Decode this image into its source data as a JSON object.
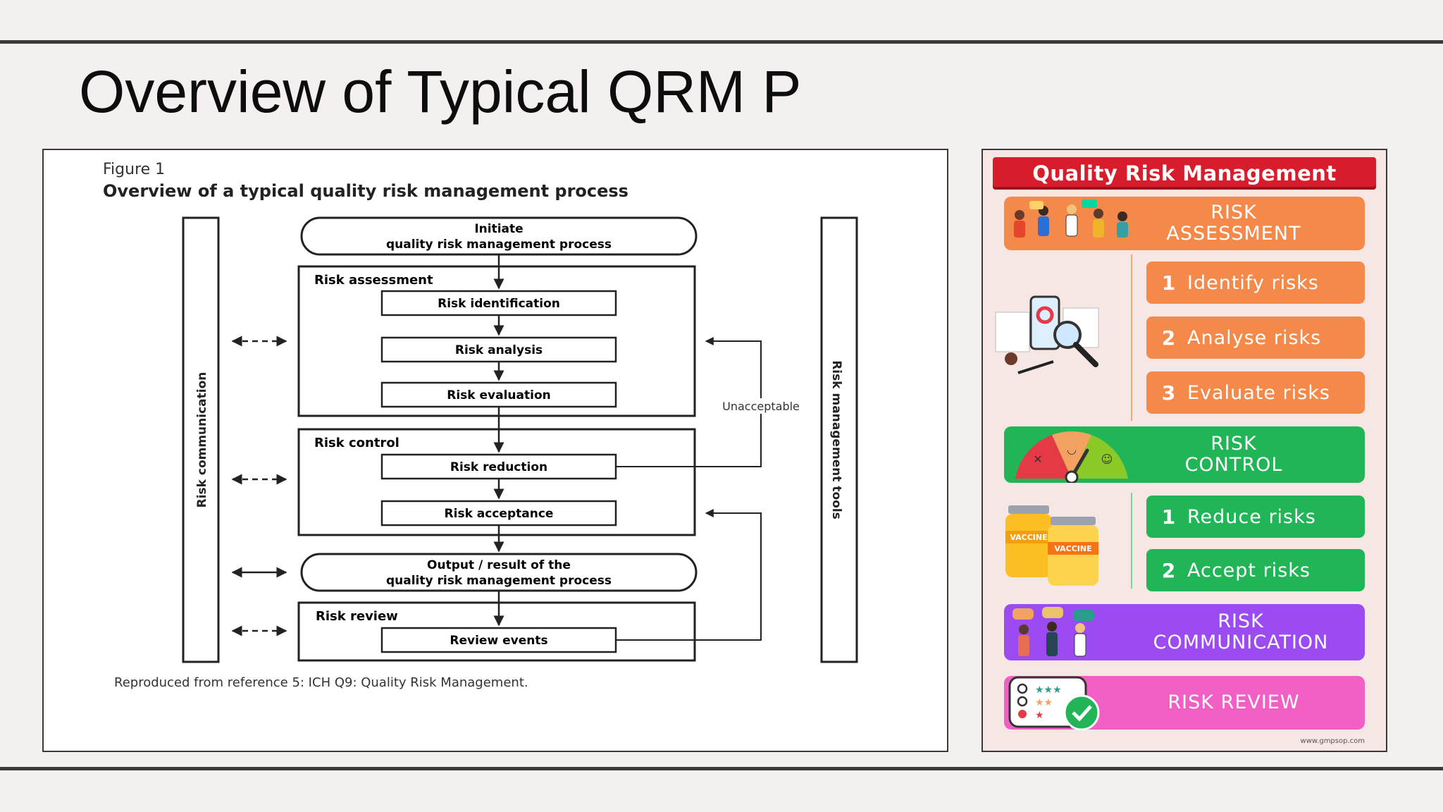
{
  "slide": {
    "title": "Overview of Typical QRM P"
  },
  "figure": {
    "label": "Figure 1",
    "caption": "Overview of a typical quality risk management process",
    "initiate_line1": "Initiate",
    "initiate_line2": "quality risk management process",
    "assessment_title": "Risk assessment",
    "identification": "Risk identification",
    "analysis": "Risk analysis",
    "evaluation": "Risk evaluation",
    "control_title": "Risk control",
    "reduction": "Risk reduction",
    "acceptance": "Risk acceptance",
    "output_line1": "Output / result of the",
    "output_line2": "quality risk management process",
    "review_title": "Risk review",
    "review_events": "Review events",
    "unacceptable": "Unacceptable",
    "risk_communication": "Risk communication",
    "risk_tools": "Risk management tools",
    "reference": "Reproduced from reference 5: ICH Q9: Quality Risk Management."
  },
  "infographic": {
    "banner": "Quality Risk Management",
    "assessment": "RISK\nASSESSMENT",
    "steps_assessment": [
      {
        "num": "1",
        "text": "Identify risks"
      },
      {
        "num": "2",
        "text": "Analyse risks"
      },
      {
        "num": "3",
        "text": "Evaluate risks"
      }
    ],
    "control": "RISK\nCONTROL",
    "steps_control": [
      {
        "num": "1",
        "text": "Reduce risks"
      },
      {
        "num": "2",
        "text": "Accept risks"
      }
    ],
    "communication": "RISK\nCOMMUNICATION",
    "review": "RISK REVIEW",
    "vaccine_label": "VACCINE",
    "credit": "www.gmpsop.com",
    "colors": {
      "banner": "#d71c2c",
      "assessment": "#f4894a",
      "control": "#22b557",
      "communication": "#9b4bf1",
      "review": "#f15fc4"
    }
  }
}
